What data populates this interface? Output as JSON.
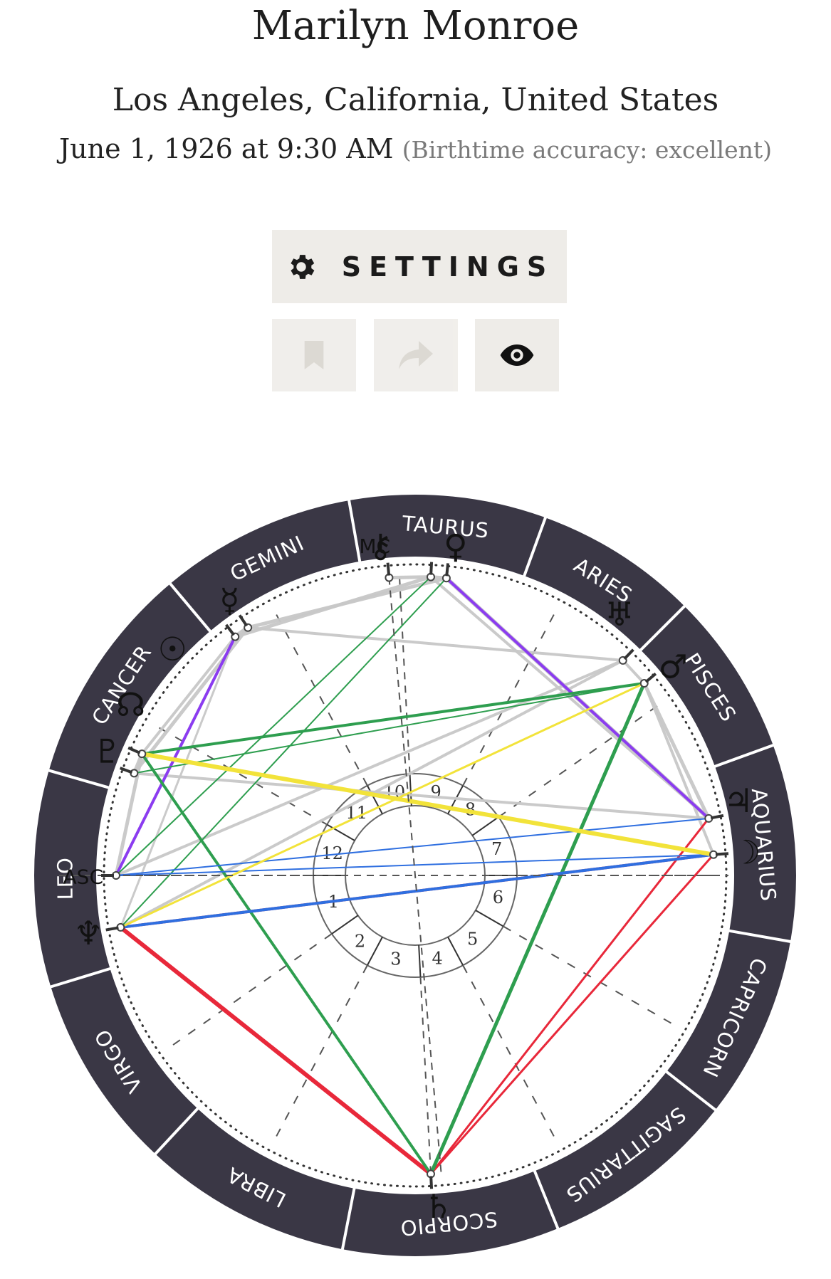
{
  "header": {
    "name": "Marilyn Monroe",
    "place": "Los Angeles, California, United States",
    "date": "June 1, 1926 at 9:30 AM",
    "accuracy": "(Birthtime accuracy: excellent)"
  },
  "toolbar": {
    "settings_label": "SETTINGS",
    "settings_icon": "gear-icon",
    "bookmark_icon": "bookmark-icon",
    "share_icon": "share-icon",
    "view_icon": "eye-icon"
  },
  "chart": {
    "signs": [
      "TAURUS",
      "ARIES",
      "PISCES",
      "AQUARIUS",
      "CAPRICORN",
      "SAGITTARIUS",
      "SCORPIO",
      "LIBRA",
      "VIRGO",
      "LEO",
      "CANCER",
      "GEMINI"
    ],
    "houses": [
      "10",
      "9",
      "8",
      "7",
      "6",
      "5",
      "4",
      "3",
      "2",
      "1",
      "12",
      "11"
    ],
    "points": {
      "asc": "ASC",
      "mc": "MC",
      "sun": "☉",
      "mercury": "☿",
      "chiron": "⚷",
      "venus": "♀",
      "uranus": "♅",
      "mars": "♂",
      "jupiter": "♃",
      "moon": "☽",
      "saturn": "♄",
      "neptune": "♆",
      "pluto": "♇",
      "node": "☊"
    },
    "colors": {
      "ring": "#3a3745",
      "conjunction": "#c8c8c8",
      "trine": "#2e9e4f",
      "square": "#e8283a",
      "opposition": "#2f6fe0",
      "sextile": "#f2e33a",
      "quintile": "#8b3cf0"
    }
  }
}
